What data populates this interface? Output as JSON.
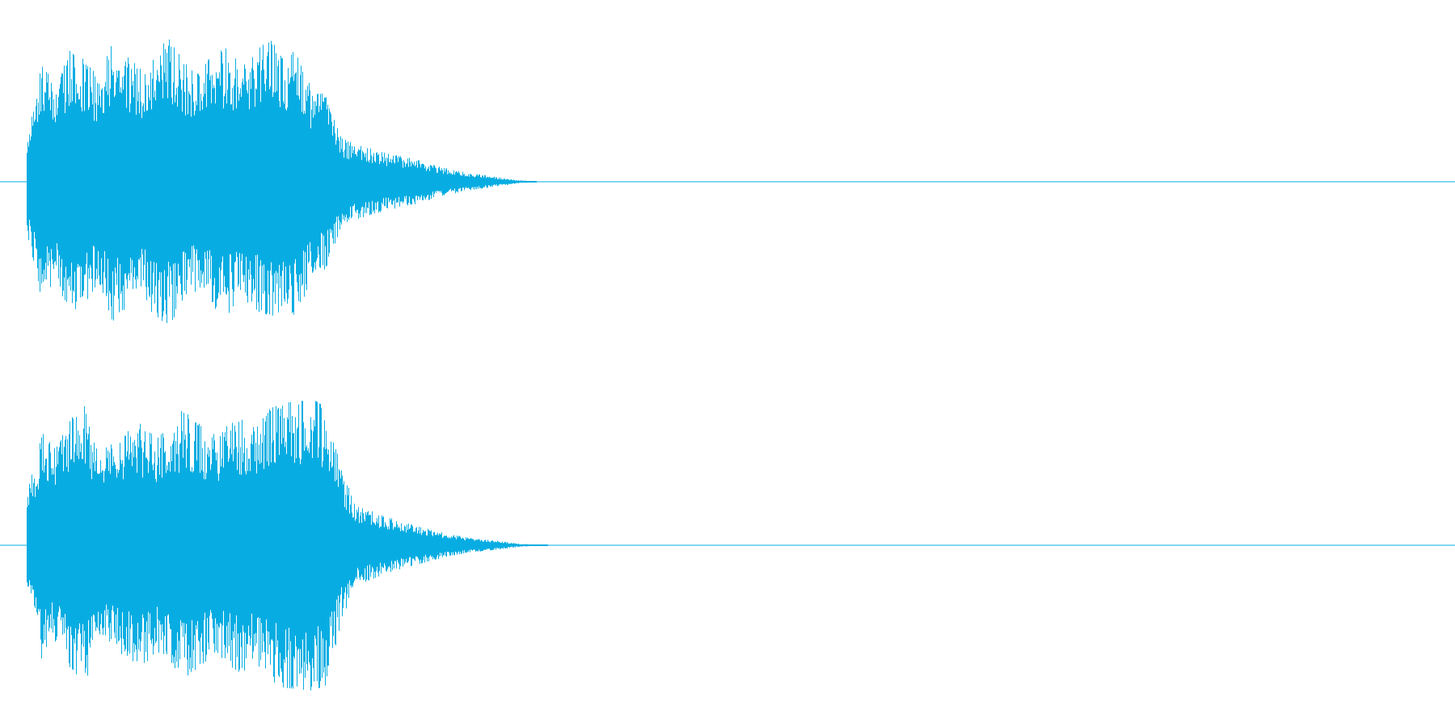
{
  "waveform": {
    "color": "#07ADE2",
    "background": "#FFFFFF",
    "channels": [
      {
        "name": "",
        "envelope": [
          [
            0.0,
            0.35
          ],
          [
            0.01,
            0.8
          ],
          [
            0.02,
            0.68
          ],
          [
            0.03,
            0.9
          ],
          [
            0.04,
            0.84
          ],
          [
            0.05,
            0.72
          ],
          [
            0.06,
            0.96
          ],
          [
            0.07,
            0.86
          ],
          [
            0.08,
            0.78
          ],
          [
            0.09,
            0.94
          ],
          [
            0.1,
            0.98
          ],
          [
            0.11,
            0.82
          ],
          [
            0.12,
            0.74
          ],
          [
            0.13,
            0.88
          ],
          [
            0.14,
            0.92
          ],
          [
            0.15,
            0.8
          ],
          [
            0.16,
            0.9
          ],
          [
            0.17,
            0.98
          ],
          [
            0.18,
            0.86
          ],
          [
            0.19,
            0.94
          ],
          [
            0.2,
            0.62
          ],
          [
            0.21,
            0.6
          ],
          [
            0.22,
            0.3
          ],
          [
            0.23,
            0.26
          ],
          [
            0.25,
            0.2
          ],
          [
            0.27,
            0.16
          ],
          [
            0.29,
            0.1
          ],
          [
            0.31,
            0.06
          ],
          [
            0.33,
            0.03
          ],
          [
            0.345,
            0.01
          ],
          [
            0.36,
            0.0
          ],
          [
            1.0,
            0.0
          ]
        ]
      },
      {
        "name": "",
        "envelope": [
          [
            0.0,
            0.35
          ],
          [
            0.01,
            0.78
          ],
          [
            0.02,
            0.66
          ],
          [
            0.03,
            0.86
          ],
          [
            0.04,
            0.98
          ],
          [
            0.05,
            0.64
          ],
          [
            0.06,
            0.7
          ],
          [
            0.07,
            0.78
          ],
          [
            0.08,
            0.84
          ],
          [
            0.09,
            0.74
          ],
          [
            0.1,
            0.8
          ],
          [
            0.11,
            0.96
          ],
          [
            0.12,
            0.84
          ],
          [
            0.13,
            0.76
          ],
          [
            0.14,
            0.82
          ],
          [
            0.15,
            0.88
          ],
          [
            0.16,
            0.8
          ],
          [
            0.17,
            0.94
          ],
          [
            0.18,
            0.98
          ],
          [
            0.19,
            0.99
          ],
          [
            0.2,
            1.0
          ],
          [
            0.21,
            0.96
          ],
          [
            0.22,
            0.52
          ],
          [
            0.23,
            0.28
          ],
          [
            0.25,
            0.2
          ],
          [
            0.27,
            0.14
          ],
          [
            0.29,
            0.09
          ],
          [
            0.31,
            0.05
          ],
          [
            0.33,
            0.03
          ],
          [
            0.345,
            0.01
          ],
          [
            0.37,
            0.0
          ],
          [
            1.0,
            0.0
          ]
        ]
      }
    ]
  }
}
